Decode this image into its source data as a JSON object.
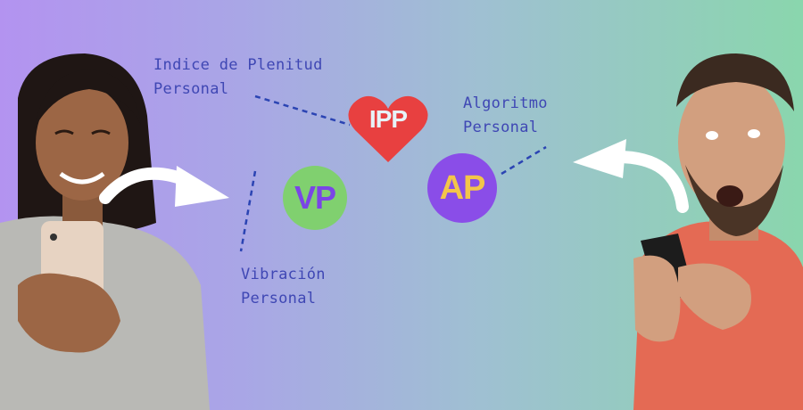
{
  "labels": {
    "ipp_line1": "Indice de Plenitud",
    "ipp_line2": "Personal",
    "ap_line1": "Algoritmo",
    "ap_line2": "Personal",
    "vp_line1": "Vibración",
    "vp_line2": "Personal"
  },
  "badges": {
    "ipp": "IPP",
    "vp": "VP",
    "ap": "AP"
  },
  "colors": {
    "label_text": "#3f47b4",
    "ipp_heart": "#e84040",
    "vp_circle": "#80d06f",
    "ap_circle": "#8a4de8"
  },
  "icons": [
    "heart-icon",
    "curved-arrow-right-icon",
    "curved-arrow-left-icon"
  ]
}
